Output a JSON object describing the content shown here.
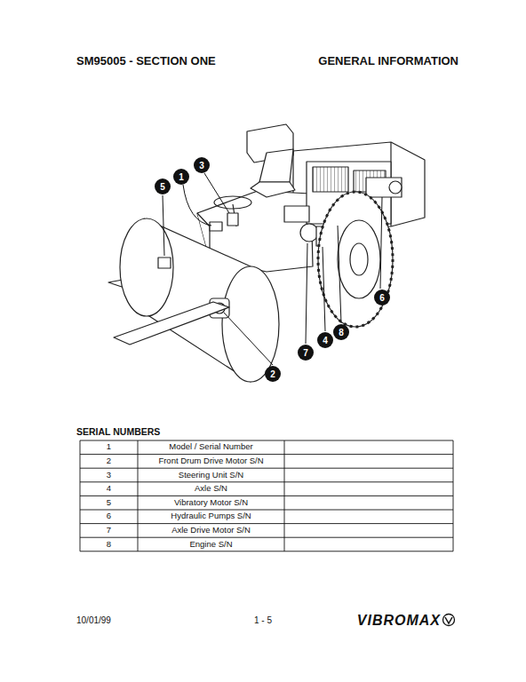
{
  "diagram": {
    "nodes": [
      {
        "text": [
          "1"
        ]
      },
      {
        "text": [
          "2"
        ]
      },
      {
        "text": [
          "3"
        ]
      },
      {
        "text": [
          "4"
        ]
      },
      {
        "text": [
          "5"
        ]
      },
      {
        "text": [
          "6"
        ]
      },
      {
        "text": [
          "7"
        ]
      },
      {
        "text": [
          "8"
        ]
      }
    ],
    "labels": [
      "SM95005 - SECTION ONE",
      "GENERAL INFORMATION",
      "SERIAL NUMBERS",
      "1",
      "Model / Serial Number",
      "2",
      "Front Drum Drive Motor S/N",
      "3",
      "Steering Unit S/N",
      "4",
      "Axle S/N",
      "5",
      "Vibratory Motor S/N",
      "6",
      "Hydraulic Pumps S/N",
      "7",
      "Axle Drive Motor S/N",
      "8",
      "Engine S/N",
      "10/01/99",
      "1 - 5",
      "VIBROMAX"
    ]
  }
}
